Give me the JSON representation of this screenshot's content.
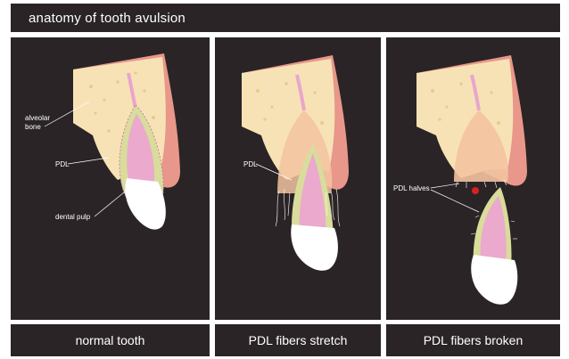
{
  "title": "anatomy of tooth avulsion",
  "panels": [
    {
      "caption": "normal tooth",
      "labels": {
        "alveolar_line1": "alveolar",
        "alveolar_line2": "bone",
        "pdl": "PDL",
        "pulp": "dental pulp"
      }
    },
    {
      "caption": "PDL fibers stretch",
      "labels": {
        "pdl": "PDL"
      }
    },
    {
      "caption": "PDL fibers broken",
      "labels": {
        "pdl_halves": "PDL halves"
      }
    }
  ],
  "colors": {
    "background": "#2a2426",
    "bone": "#f7e2b6",
    "gum": "#e8978a",
    "pdl": "#d9dc9b",
    "pulp": "#eaa9cd",
    "enamel": "#ffffff",
    "blood": "#d81f26"
  }
}
